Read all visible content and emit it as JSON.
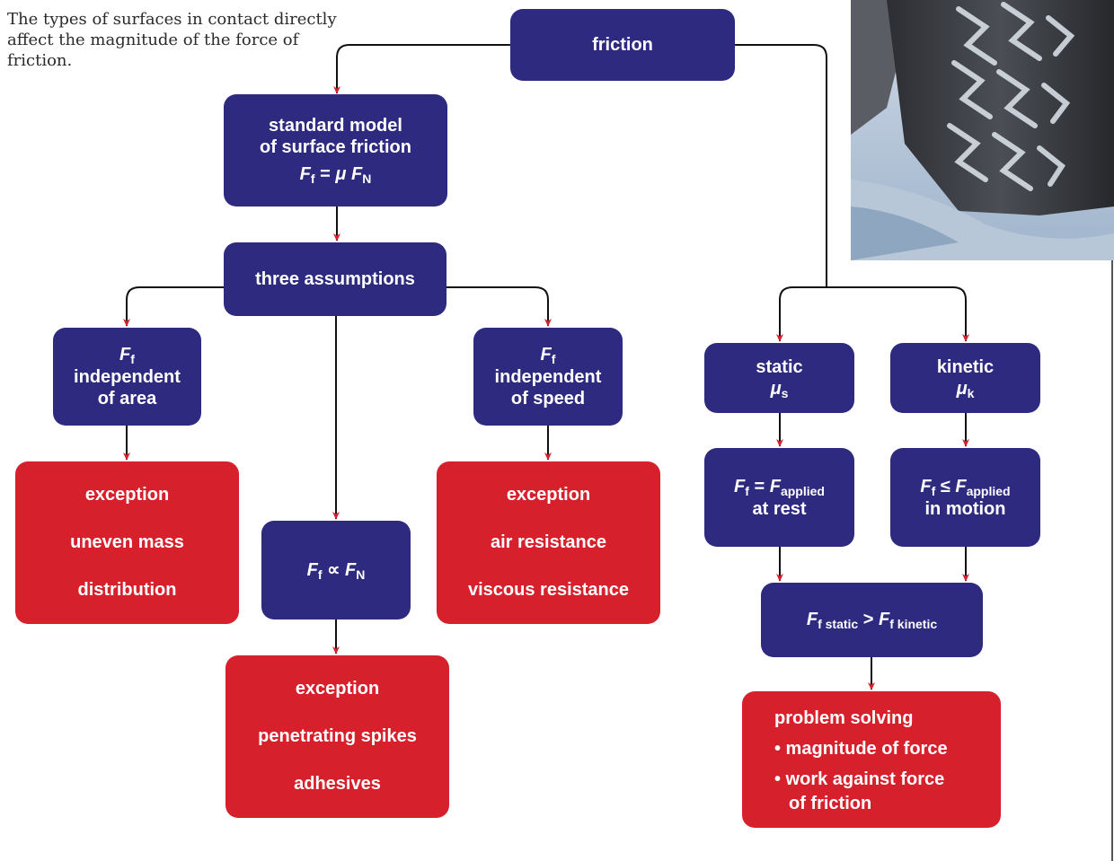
{
  "caption": "The types of surfaces in contact directly affect the magnitude of the force of friction.",
  "nodes": {
    "friction": "friction",
    "standard_model": {
      "line1": "standard model",
      "line2": "of surface friction",
      "eq": {
        "F": "F",
        "f": "f",
        "op": "=",
        "mu": "μ",
        "F2": "F",
        "N": "N"
      }
    },
    "three_assumptions": "three assumptions",
    "indep_area": {
      "F": "F",
      "f": "f",
      "line1": "independent",
      "line2": "of area"
    },
    "indep_speed": {
      "F": "F",
      "f": "f",
      "line1": "independent",
      "line2": "of speed"
    },
    "proportional": {
      "F": "F",
      "f": "f",
      "op": "∝",
      "F2": "F",
      "N": "N"
    },
    "exception_area": [
      "exception",
      "uneven mass",
      "distribution"
    ],
    "exception_speed": [
      "exception",
      "air resistance",
      "viscous resistance"
    ],
    "exception_prop": [
      "exception",
      "penetrating spikes",
      "adhesives"
    ],
    "static": {
      "label": "static",
      "mu": "μ",
      "sub": "s"
    },
    "kinetic": {
      "label": "kinetic",
      "mu": "μ",
      "sub": "k"
    },
    "static_eq": {
      "F": "F",
      "f": "f",
      "op": "=",
      "F2": "F",
      "applied": "applied",
      "line2": "at rest"
    },
    "kinetic_eq": {
      "F": "F",
      "f": "f",
      "op": "≤",
      "F2": "F",
      "applied": "applied",
      "line2": "in motion"
    },
    "compare": {
      "F": "F",
      "sub1": "f static",
      "op": ">",
      "F2": "F",
      "sub2": "f kinetic"
    },
    "problem_solving": {
      "title": "problem solving",
      "item1": "• magnitude of force",
      "item2a": "• work against force",
      "item2b": "of friction"
    }
  },
  "colors": {
    "node_blue": "#2e2a80",
    "node_red": "#d6212c",
    "connector": "#111111",
    "arrowhead": "#d6212c"
  },
  "photo_icon": "tire-in-snow-photo"
}
